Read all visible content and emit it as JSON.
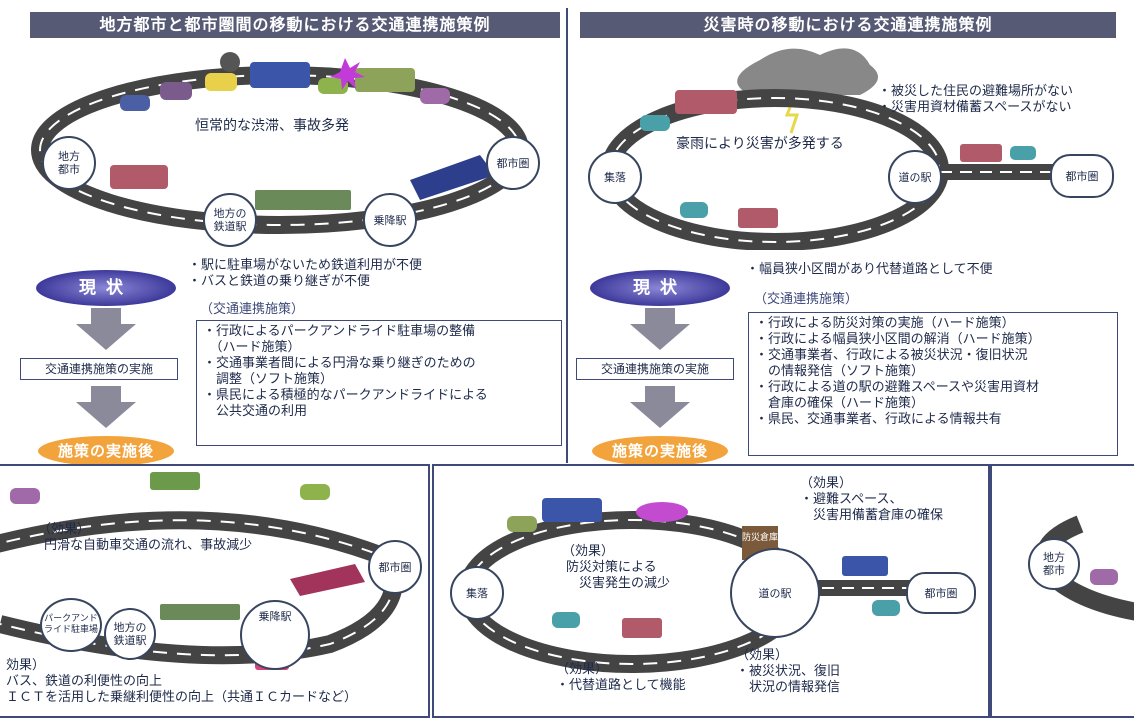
{
  "left": {
    "title": "地方都市と都市圏間の移動における交通連携施策例",
    "nodes": {
      "local_city": "地方\n都市",
      "metro": "都市圏",
      "local_station": "地方の\n鉄道駅",
      "transfer_station": "乗降駅"
    },
    "road_text": "恒常的な渋滞、事故多発",
    "issues": [
      "・駅に駐車場がないため鉄道利用が不便",
      "・バスと鉄道の乗り継ぎが不便"
    ],
    "current_label": "現状",
    "measures_heading": "（交通連携施策）",
    "measures": [
      "・行政によるパークアンドライド駐車場の整備",
      "　（ハード施策）",
      "・交通事業者間による円滑な乗り継ぎのための",
      "　調整（ソフト施策）",
      "・県民による積極的なパークアンドライドによる",
      "　公共交通の利用"
    ],
    "implement_label": "交通連携施策の実施",
    "after_label": "施策の実施後"
  },
  "right": {
    "title": "災害時の移動における交通連携施策例",
    "nodes": {
      "village": "集落",
      "roadside_station": "道の駅",
      "metro": "都市圏"
    },
    "road_text": "豪雨により災害が多発する",
    "issues_top": [
      "・被災した住民の避難場所がない",
      "・災害用資材備蓄スペースがない"
    ],
    "issue_mid": "・幅員狭小区間があり代替道路として不便",
    "current_label": "現状",
    "measures_heading": "（交通連携施策）",
    "measures": [
      "・行政による防災対策の実施（ハード施策）",
      "・行政による幅員狭小区間の解消（ハード施策）",
      "・交通事業者、行政による被災状況・復旧状況",
      "　の情報発信（ソフト施策）",
      "・行政による道の駅の避難スペースや災害用資材",
      "　倉庫の確保（ハード施策）",
      "・県民、交通事業者、行政による情報共有"
    ],
    "implement_label": "交通連携施策の実施",
    "after_label": "施策の実施後"
  },
  "bottom_left": {
    "effect1": [
      "（効果）",
      "円滑な自動車交通の流れ、事故減少"
    ],
    "nodes": {
      "metro": "都市圏",
      "park_ride": "パークアンド\nライド駐車場",
      "local_station": "地方の\n鉄道駅",
      "transfer_station": "乗降駅"
    },
    "effect2": [
      "効果）",
      "バス、鉄道の利便性の向上",
      "ＩＣＴを活用した乗継利便性の向上（共通ＩＣカードなど）"
    ]
  },
  "bottom_mid": {
    "effect_top": [
      "（効果）",
      "・避難スペース、",
      "　災害用備蓄倉庫の確保"
    ],
    "effect_disaster": [
      "（効果）",
      "防災対策による",
      "　災害発生の減少"
    ],
    "nodes": {
      "village": "集落",
      "roadside_station": "道の駅",
      "metro": "都市圏",
      "warehouse": "防災倉庫"
    },
    "effect_bottom1": [
      "（効果）",
      "・代替道路として機能"
    ],
    "effect_bottom2": [
      "（効果）",
      "・被災状況、復旧",
      "　状況の情報発信"
    ]
  },
  "bottom_right": {
    "nodes": {
      "local_city": "地方\n都市"
    }
  },
  "colors": {
    "header": "#575a74",
    "border": "#3f4a7a",
    "current": "#3e3a9b",
    "after": "#f2a33b",
    "road": "#444444"
  }
}
